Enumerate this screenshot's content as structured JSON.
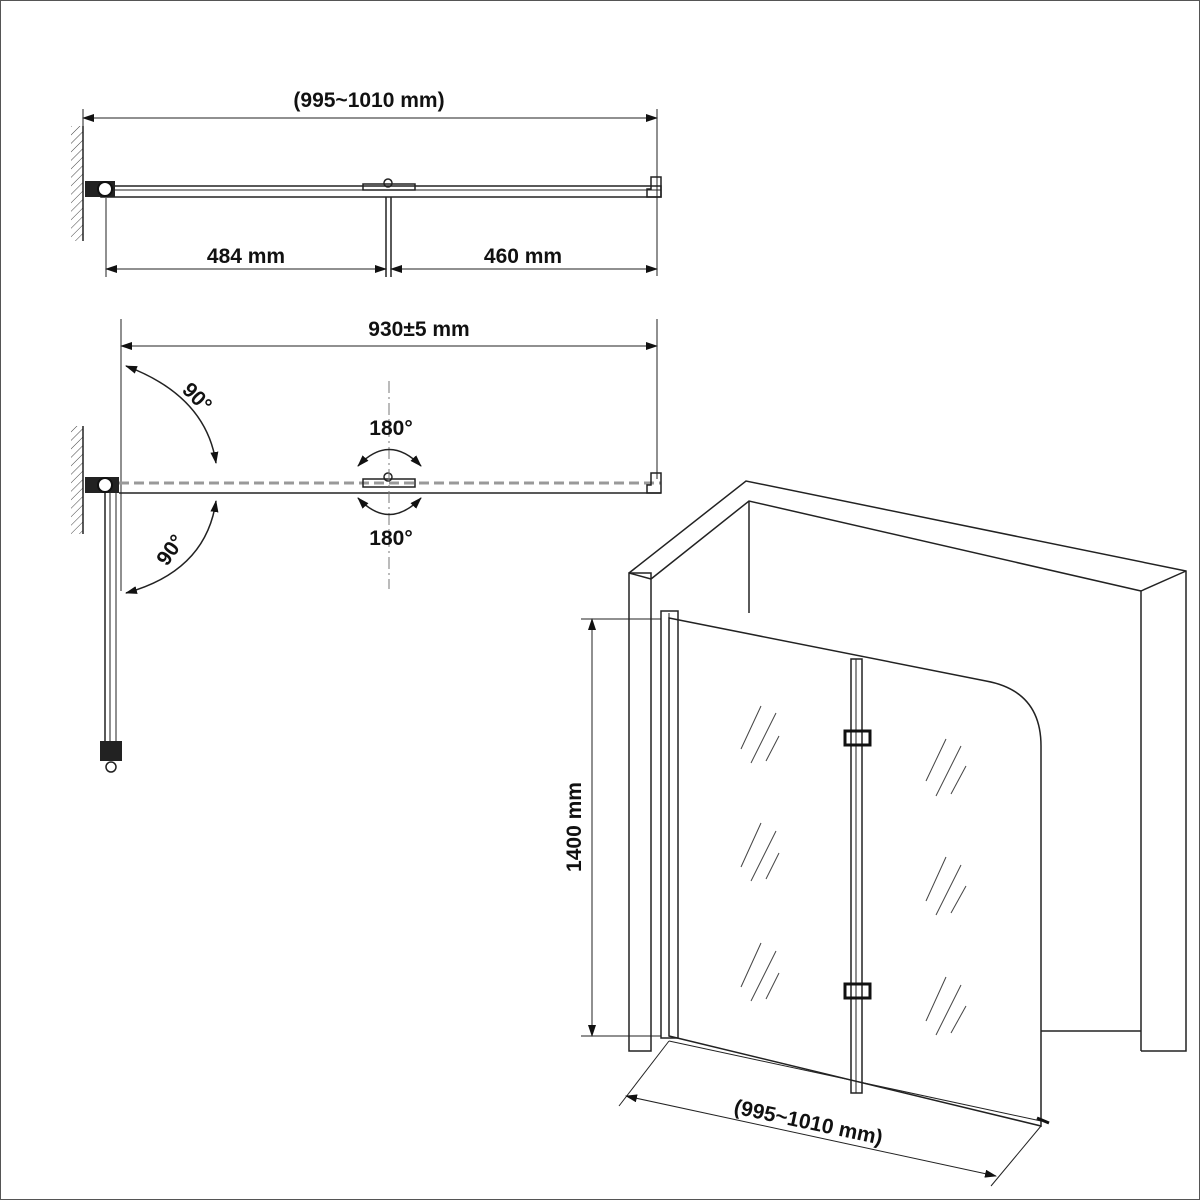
{
  "top_view": {
    "overall_width": "(995~1010 mm)",
    "left_panel": "484 mm",
    "right_panel": "460 mm"
  },
  "swing_view": {
    "width": "930±5 mm",
    "wall_hinge_angle_top": "90°",
    "wall_hinge_angle_bottom": "90°",
    "center_hinge_angle_top": "180°",
    "center_hinge_angle_bottom": "180°"
  },
  "perspective_view": {
    "height": "1400 mm",
    "width": "(995~1010 mm)"
  }
}
